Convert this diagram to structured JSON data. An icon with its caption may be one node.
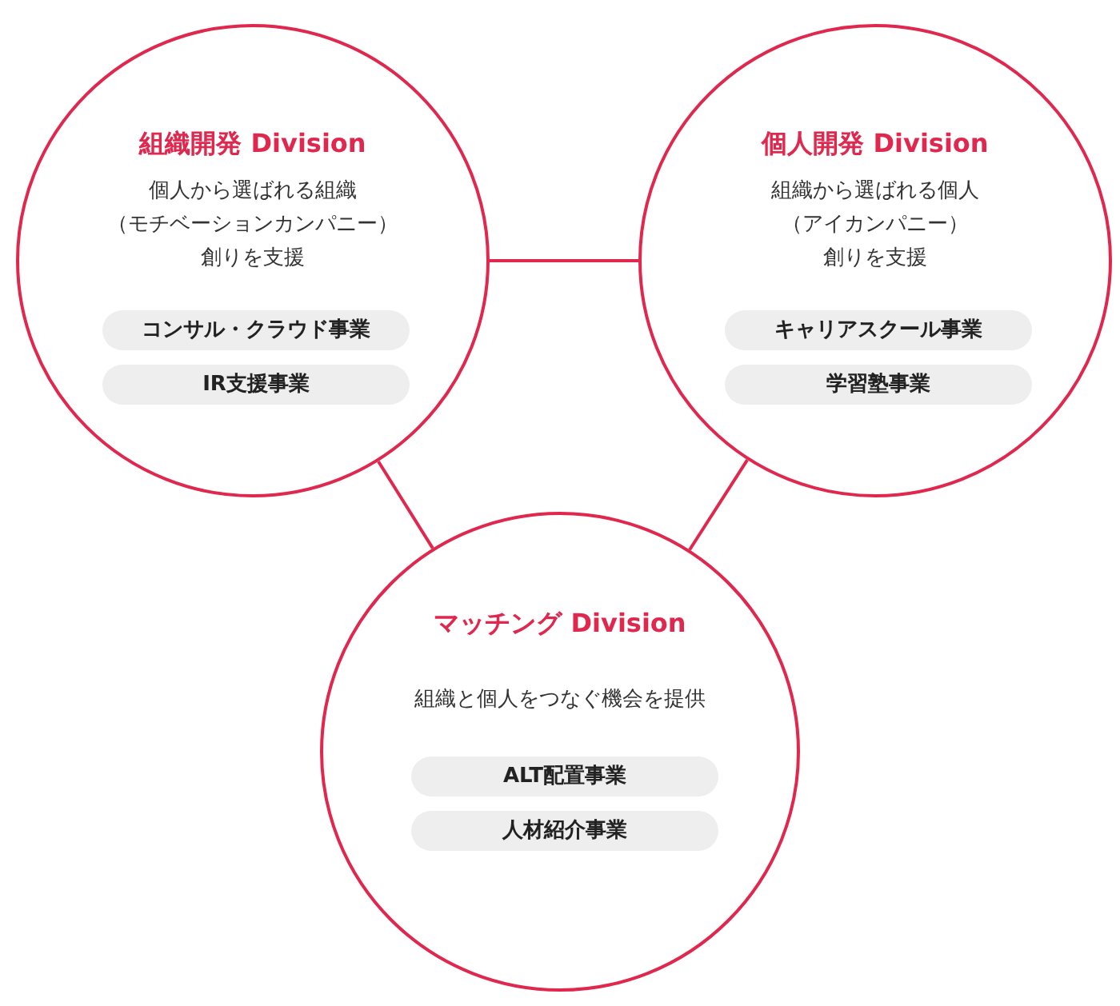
{
  "diagram": {
    "nodes": [
      {
        "text": [
          "組織開発 Division",
          "個人から選ばれる組織（モチベーションカンパニー）創りを支援"
        ]
      },
      {
        "text": [
          "コンサル・クラウド事業"
        ],
        "in": 0
      },
      {
        "text": [
          "IR支援事業"
        ],
        "in": 0
      },
      {
        "text": [
          "個人開発 Division",
          "組織から選ばれる個人（アイカンパニー）創りを支援"
        ]
      },
      {
        "text": [
          "キャリアスクール事業"
        ],
        "in": 3
      },
      {
        "text": [
          "学習塾事業"
        ],
        "in": 3
      },
      {
        "text": [
          "マッチング Division",
          "組織と個人をつなぐ機会を提供"
        ]
      },
      {
        "text": [
          "ALT配置事業"
        ],
        "in": 6
      },
      {
        "text": [
          "人材紹介事業"
        ],
        "in": 6
      }
    ],
    "edges": [
      {
        "from": 0,
        "to": 3,
        "arrow": "none"
      },
      {
        "from": 0,
        "to": 6,
        "arrow": "none"
      },
      {
        "from": 3,
        "to": 6,
        "arrow": "none"
      }
    ]
  }
}
